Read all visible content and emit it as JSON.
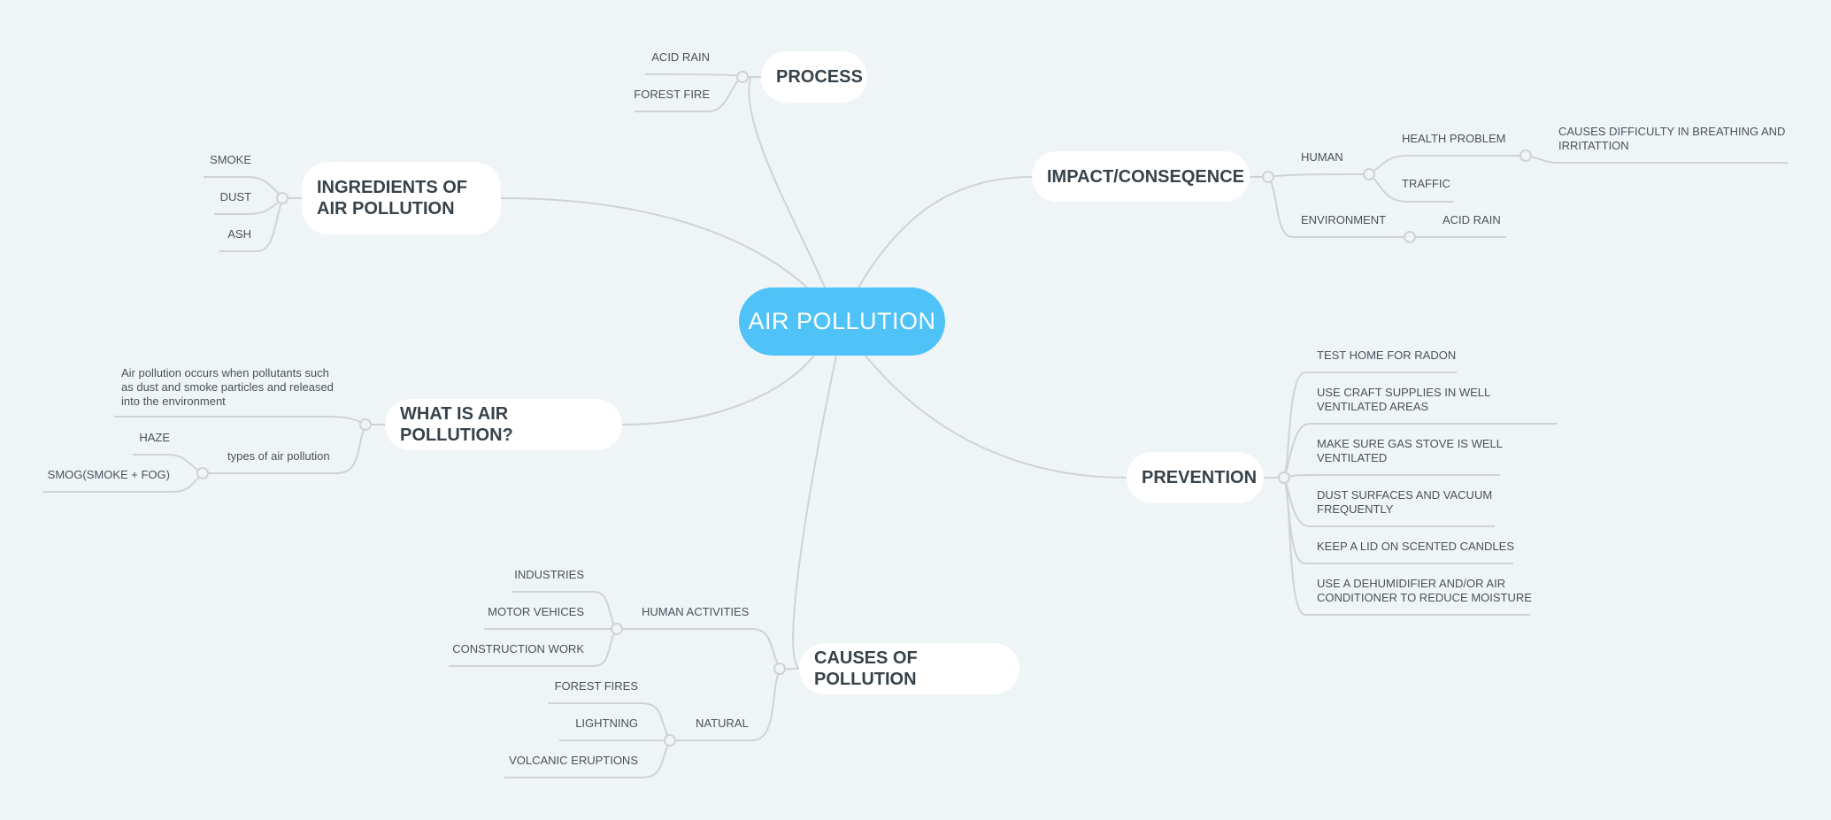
{
  "central": {
    "label": "AIR POLLUTION",
    "color": "#4FC3F7"
  },
  "process": {
    "label": "PROCESS",
    "children": [
      "ACID RAIN",
      "FOREST FIRE"
    ]
  },
  "impact": {
    "label": "IMPACT/CONSEQENCE",
    "human": {
      "label": "HUMAN",
      "health_problem": {
        "label": "HEALTH PROBLEM",
        "detail": "CAUSES DIFFICULTY IN BREATHING  AND IRRITATTION"
      },
      "traffic": "TRAFFIC"
    },
    "environment": {
      "label": "ENVIRONMENT",
      "children": [
        "ACID RAIN"
      ]
    }
  },
  "ingredients": {
    "label": "INGREDIENTS OF AIR POLLUTION",
    "children": [
      "SMOKE",
      "DUST",
      "ASH"
    ]
  },
  "what_is": {
    "label": "WHAT IS AIR POLLUTION?",
    "definition": "Air pollution occurs when pollutants such as dust and smoke particles and released into the environment",
    "types": {
      "label": "types of air pollution",
      "children": [
        "HAZE",
        "SMOG(SMOKE + FOG)"
      ]
    }
  },
  "prevention": {
    "label": "PREVENTION",
    "children": [
      "TEST HOME FOR RADON",
      "USE CRAFT SUPPLIES IN WELL VENTILATED AREAS",
      "MAKE SURE GAS STOVE IS WELL VENTILATED",
      "DUST SURFACES AND VACUUM FREQUENTLY",
      "KEEP A LID ON SCENTED CANDLES",
      "USE A DEHUMIDIFIER AND/OR AIR CONDITIONER TO REDUCE MOISTURE"
    ]
  },
  "causes": {
    "label": "CAUSES OF POLLUTION",
    "human_activities": {
      "label": "HUMAN ACTIVITIES",
      "children": [
        "INDUSTRIES",
        "MOTOR VEHICES",
        "CONSTRUCTION WORK"
      ]
    },
    "natural": {
      "label": "NATURAL",
      "children": [
        "FOREST FIRES",
        "LIGHTNING",
        "VOLCANIC ERUPTIONS"
      ]
    }
  }
}
